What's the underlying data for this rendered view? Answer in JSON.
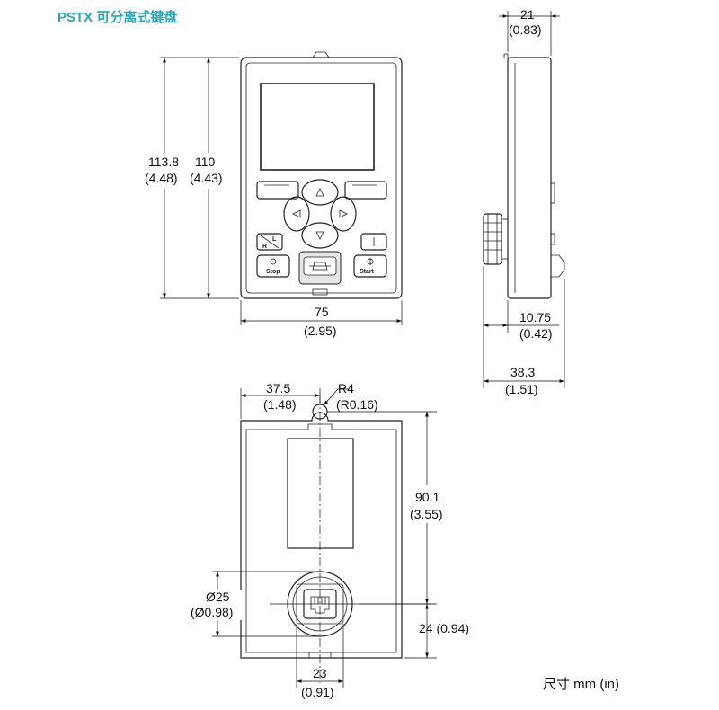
{
  "title": "PSTX 可分离式键盘",
  "units": "尺寸 mm (in)",
  "front_view": {
    "height_total": "113.8",
    "height_total_in": "(4.48)",
    "height_body": "110",
    "height_body_in": "(4.43)",
    "width": "75",
    "width_in": "(2.95)",
    "stop_label": "Stop",
    "start_label": "Start",
    "local_remote_top": "L",
    "local_remote_bottom": "R"
  },
  "side_view": {
    "depth_top": "21",
    "depth_top_in": "(0.83)",
    "connector": "10.75",
    "connector_in": "(0.42)",
    "depth_total": "38.3",
    "depth_total_in": "(1.51)"
  },
  "rear_view": {
    "half_width": "37.5",
    "half_width_in": "(1.48)",
    "radius": "R4",
    "radius_in": "(R0.16)",
    "centers": "90.1",
    "centers_in": "(3.55)",
    "hole_dia": "Ø25",
    "hole_dia_in": "(Ø0.98)",
    "bottom_offset": "24 (0.94)",
    "hole_width": "23",
    "hole_width_in": "(0.91)"
  }
}
